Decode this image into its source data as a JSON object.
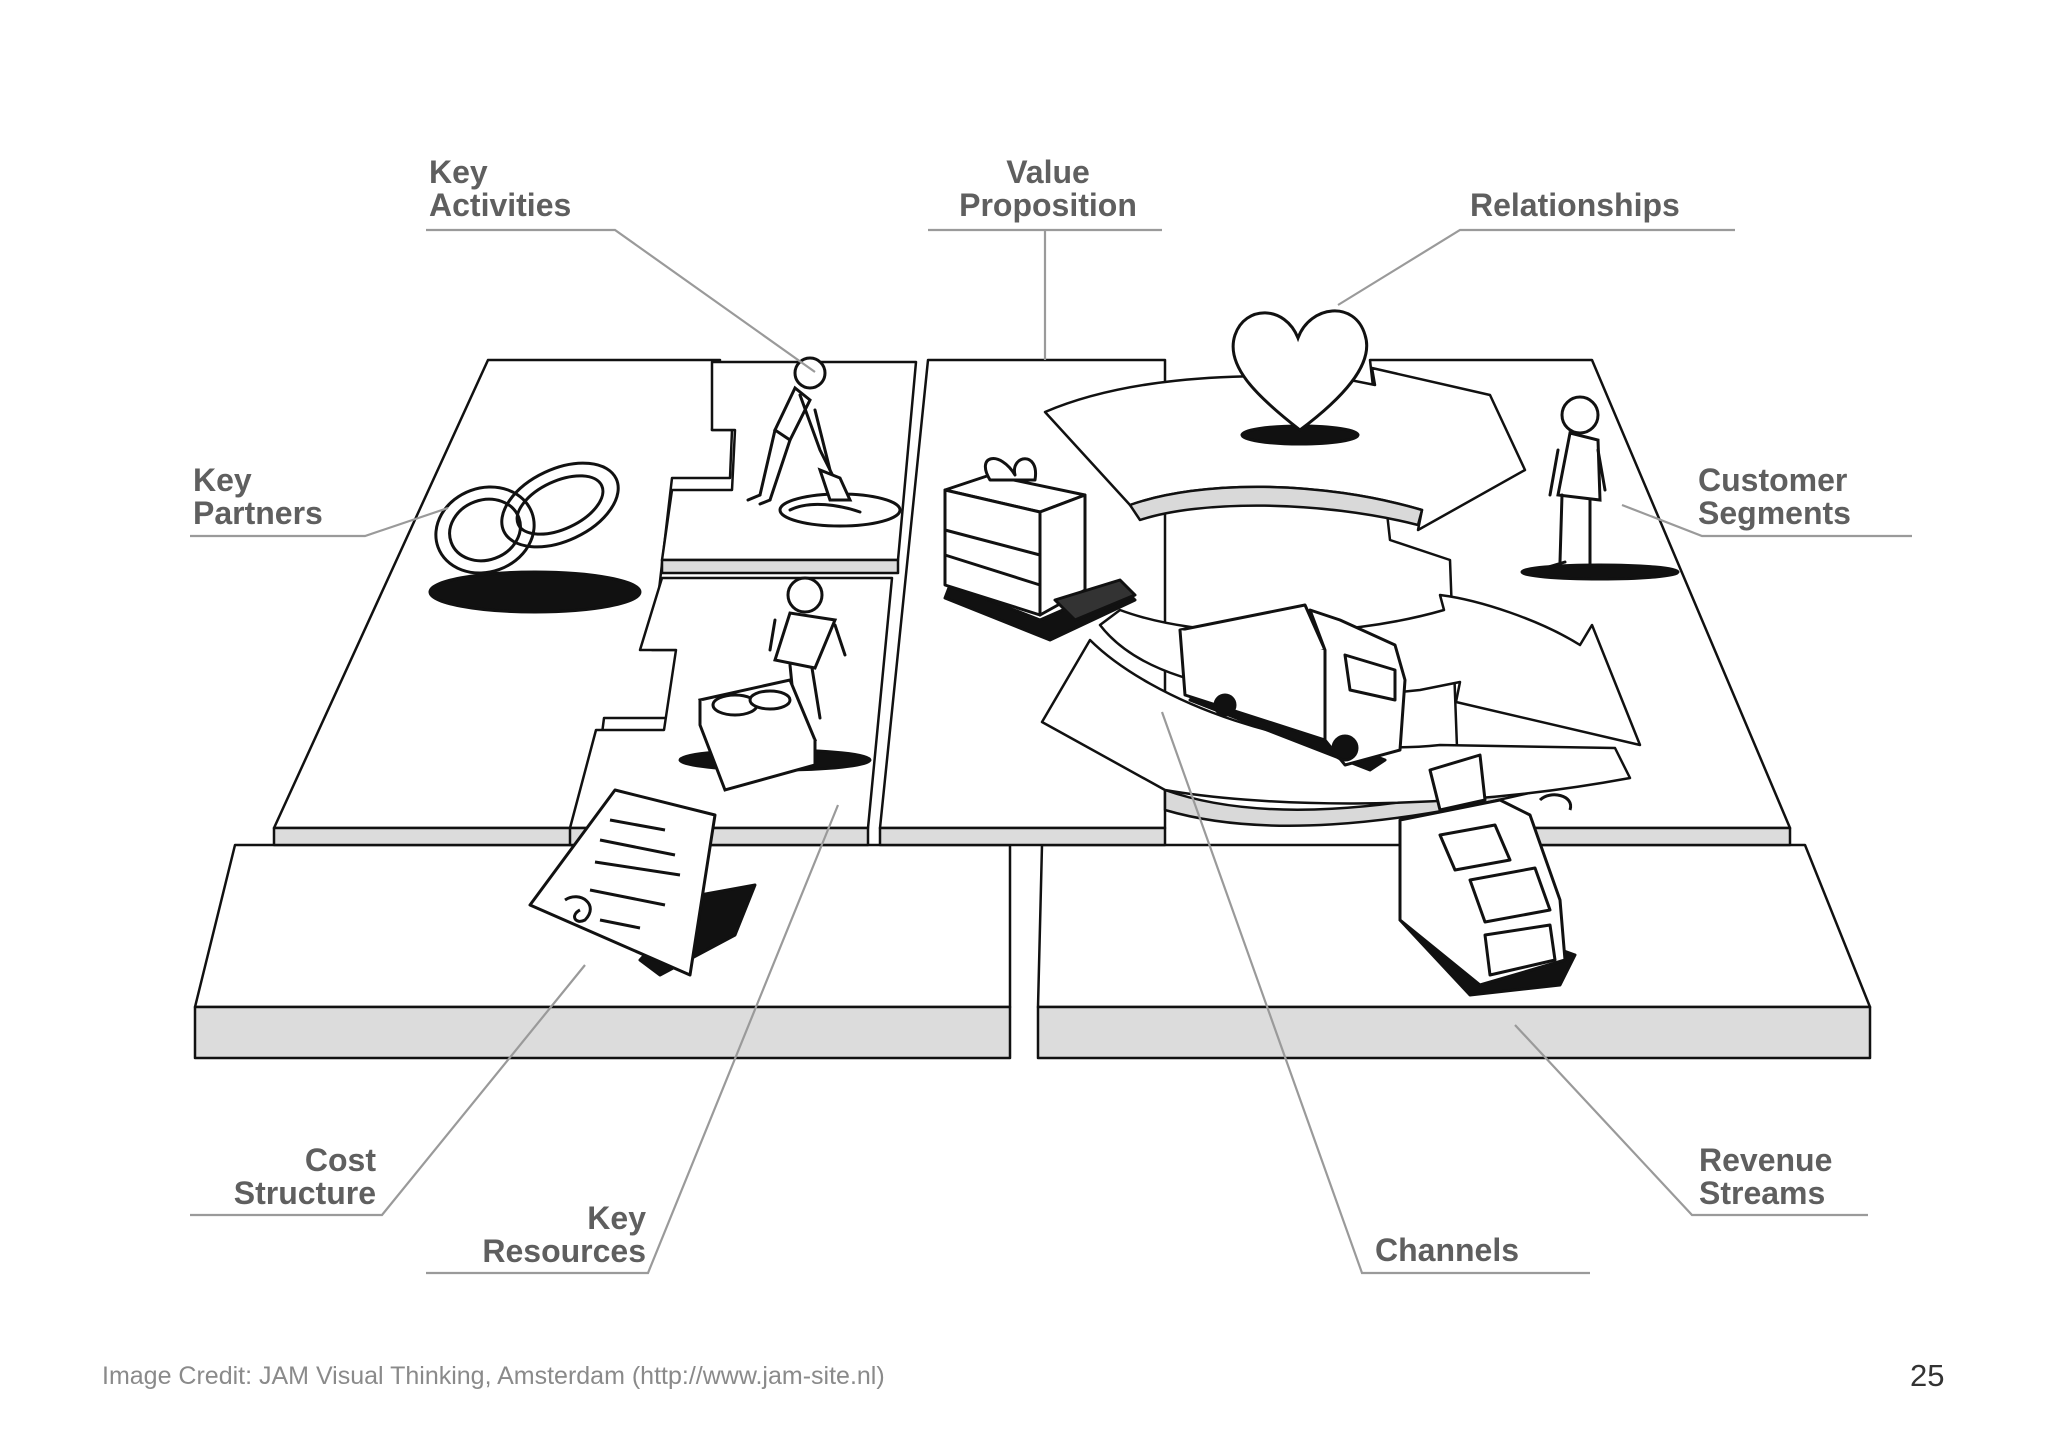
{
  "labels": {
    "key_activities": [
      "Key",
      "Activities"
    ],
    "value_proposition": [
      "Value",
      "Proposition"
    ],
    "relationships": [
      "Relationships"
    ],
    "key_partners": [
      "Key",
      "Partners"
    ],
    "customer_segments": [
      "Customer",
      "Segments"
    ],
    "cost_structure": [
      "Cost",
      "Structure"
    ],
    "key_resources": [
      "Key",
      "Resources"
    ],
    "channels": [
      "Channels"
    ],
    "revenue_streams": [
      "Revenue",
      "Streams"
    ]
  },
  "footer": {
    "credit": "Image Credit: JAM Visual Thinking, Amsterdam (http://www.jam-site.nl)",
    "page_number": "25"
  },
  "colors": {
    "label_text": "#5f5f5f",
    "leader_line": "#9a9a9a",
    "ink": "#111111",
    "board_side": "#d9d9d9"
  },
  "icons": [
    "interlocked-rings-icon",
    "digging-man-icon",
    "gift-boxes-icon",
    "heart-icon",
    "standing-person-icon",
    "man-with-materials-icon",
    "delivery-truck-icon",
    "contract-document-icon",
    "cash-register-icon",
    "arrow-loop-icon"
  ]
}
